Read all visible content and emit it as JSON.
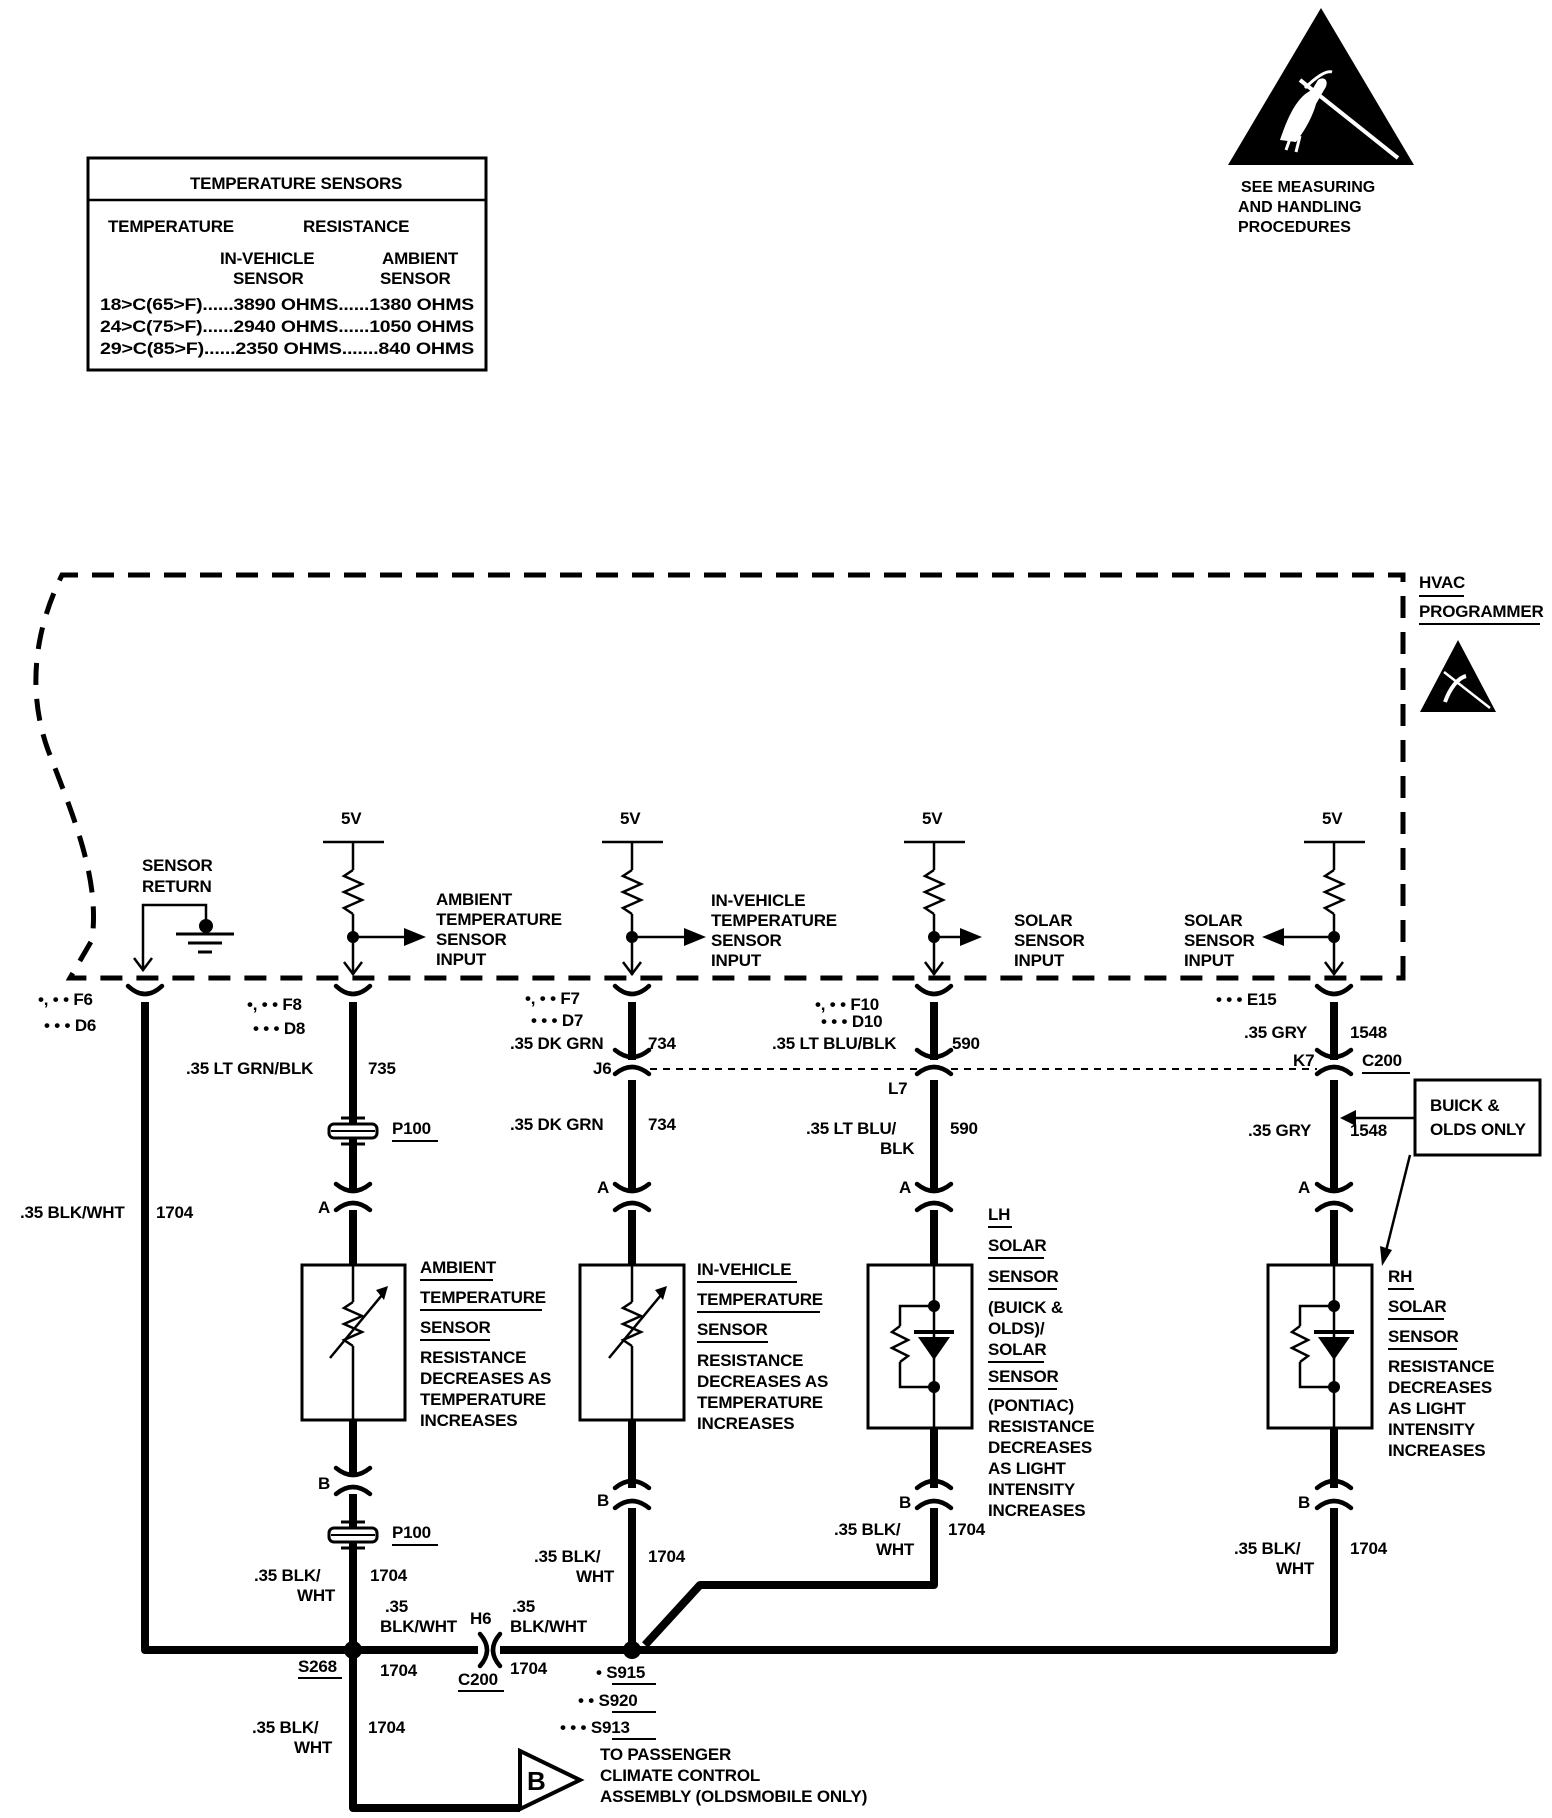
{
  "esd_notice": {
    "lines": [
      "SEE MEASURING",
      "AND HANDLING",
      "PROCEDURES"
    ]
  },
  "temp_table": {
    "title": "TEMPERATURE SENSORS",
    "col_temperature": "TEMPERATURE",
    "col_resistance": "RESISTANCE",
    "sub_invehicle": [
      "IN-VEHICLE",
      "SENSOR"
    ],
    "sub_ambient": [
      "AMBIENT",
      "SENSOR"
    ],
    "rows": [
      "18>C(65>F)......3890 OHMS......1380 OHMS",
      "24>C(75>F)......2940 OHMS......1050 OHMS",
      "29>C(85>F)......2350 OHMS.......840 OHMS"
    ]
  },
  "module": {
    "name": [
      "HVAC",
      "PROGRAMMER"
    ]
  },
  "sensor_return": [
    "SENSOR",
    "RETURN"
  ],
  "supply_label": "5V",
  "inputs": {
    "ambient": [
      "AMBIENT",
      "TEMPERATURE",
      "SENSOR",
      "INPUT"
    ],
    "invehicle": [
      "IN-VEHICLE",
      "TEMPERATURE",
      "SENSOR",
      "INPUT"
    ],
    "solar_lh": [
      "SOLAR",
      "SENSOR",
      "INPUT"
    ],
    "solar_rh": [
      "SOLAR",
      "SENSOR",
      "INPUT"
    ]
  },
  "pins": {
    "f6": "•, • • F6",
    "d6": "• • • D6",
    "f8": "•, • • F8",
    "d8": "• • • D8",
    "f7": "•, • • F7",
    "d7": "• • • D7",
    "f10": "•, • • F10",
    "d10": "• • • D10",
    "e15": "• • • E15"
  },
  "wires": {
    "w1704_left": [
      ".35 BLK/WHT",
      "1704"
    ],
    "w735": [
      ".35 LT GRN/BLK",
      "735"
    ],
    "w734_top": [
      ".35 DK GRN",
      "734"
    ],
    "w734_bot": [
      ".35 DK GRN",
      "734"
    ],
    "w590_top": [
      ".35 LT BLU/BLK",
      "590"
    ],
    "w590_bot": [
      ".35 LT BLU/",
      "BLK",
      "590"
    ],
    "w1548_top": [
      ".35 GRY",
      "1548"
    ],
    "w1548_bot": [
      ".35 GRY",
      "1548"
    ],
    "g_amb": [
      ".35 BLK/",
      "WHT",
      "1704"
    ],
    "g_inv": [
      ".35 BLK/",
      "WHT",
      "1704"
    ],
    "g_lh": [
      ".35 BLK/",
      "WHT",
      "1704"
    ],
    "g_rh": [
      ".35 BLK/",
      "WHT",
      "1704"
    ],
    "bus_left": [
      ".35",
      "BLK/WHT",
      "1704"
    ],
    "bus_right": [
      ".35",
      "BLK/WHT",
      "1704"
    ],
    "down": [
      ".35 BLK/",
      "WHT",
      "1704"
    ]
  },
  "connectors": {
    "j6": "J6",
    "k7": "K7",
    "l7": "L7",
    "c200": "C200",
    "h6": "H6",
    "p100_top": "P100",
    "p100_bot": "P100",
    "a": "A",
    "b": "B"
  },
  "splices": {
    "s268": "S268",
    "s915": "• S915",
    "s920": "• • S920",
    "s913": "• • • S913"
  },
  "components": {
    "ambient": {
      "name": [
        "AMBIENT",
        "TEMPERATURE",
        "SENSOR"
      ],
      "desc": [
        "RESISTANCE",
        "DECREASES AS",
        "TEMPERATURE",
        "INCREASES"
      ]
    },
    "invehicle": {
      "name": [
        "IN-VEHICLE",
        "TEMPERATURE",
        "SENSOR"
      ],
      "desc": [
        "RESISTANCE",
        "DECREASES AS",
        "TEMPERATURE",
        "INCREASES"
      ]
    },
    "lh_solar": {
      "name": [
        "LH",
        "SOLAR",
        "SENSOR"
      ],
      "sub": [
        "(BUICK &",
        "OLDS)/"
      ],
      "name2": [
        "SOLAR",
        "SENSOR"
      ],
      "sub2": [
        "(PONTIAC)"
      ],
      "desc": [
        "RESISTANCE",
        "DECREASES",
        "AS LIGHT",
        "INTENSITY",
        "INCREASES"
      ]
    },
    "rh_solar": {
      "name": [
        "RH",
        "SOLAR",
        "SENSOR"
      ],
      "desc": [
        "RESISTANCE",
        "DECREASES",
        "AS LIGHT",
        "INTENSITY",
        "INCREASES"
      ]
    }
  },
  "callout": [
    "BUICK &",
    "OLDS ONLY"
  ],
  "offpage": {
    "letter": "B",
    "text": [
      "TO PASSENGER",
      "CLIMATE CONTROL",
      "ASSEMBLY (OLDSMOBILE ONLY)"
    ]
  }
}
